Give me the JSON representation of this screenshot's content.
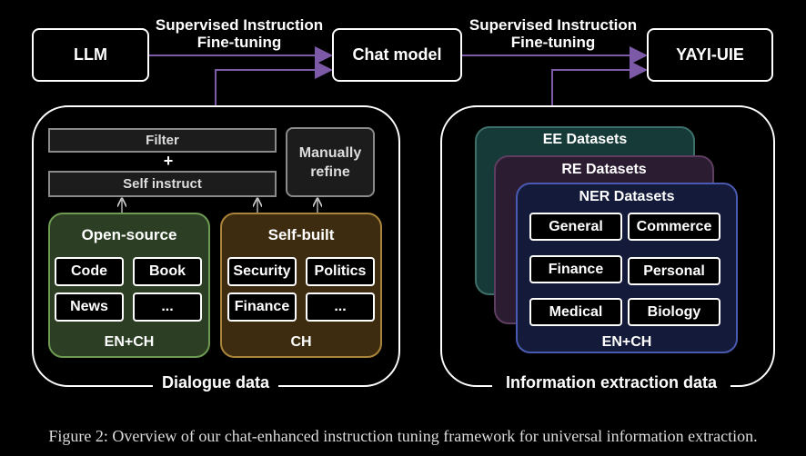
{
  "top": {
    "llm": "LLM",
    "chat_model": "Chat model",
    "yayi": "YAYI-UIE",
    "arrow1_label": [
      "Supervised Instruction",
      "Fine-tuning"
    ],
    "arrow2_label": [
      "Supervised Instruction",
      "Fine-tuning"
    ]
  },
  "dialogue": {
    "title": "Dialogue data",
    "filter": "Filter",
    "plus": "+",
    "self_instruct": "Self instruct",
    "manually_refine": [
      "Manually",
      "refine"
    ],
    "open_source": {
      "title": "Open-source",
      "items": [
        "Code",
        "Book",
        "News",
        "..."
      ],
      "lang": "EN+CH"
    },
    "self_built": {
      "title": "Self-built",
      "items": [
        "Security",
        "Politics",
        "Finance",
        "..."
      ],
      "lang": "CH"
    }
  },
  "ie": {
    "title": "Information extraction data",
    "ee": "EE Datasets",
    "re": "RE Datasets",
    "ner": "NER Datasets",
    "ner_items": [
      "General",
      "Commerce",
      "Finance",
      "Personal",
      "Medical",
      "Biology"
    ],
    "lang": "EN+CH"
  },
  "caption": "Figure 2: Overview of our chat-enhanced instruction tuning framework for universal information extraction.",
  "colors": {
    "arrow": "#7d5aa8",
    "open_source_fill": "#2c3f24",
    "open_source_border": "#6e9a52",
    "self_built_fill": "#3e2c10",
    "self_built_border": "#a9843a",
    "ee_fill": "#163a37",
    "re_fill": "#2c1c32",
    "ner_fill": "#141a3a"
  }
}
